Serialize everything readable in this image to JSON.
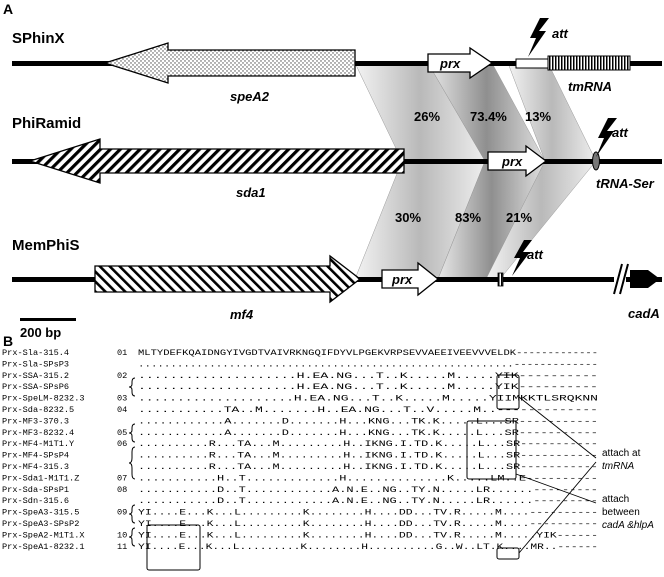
{
  "panel_a": {
    "letter": "A",
    "phages": [
      {
        "name": "SPhinX",
        "genes": {
          "big": "speA2",
          "prx": "prx",
          "trna": "tmRNA"
        },
        "att": "att"
      },
      {
        "name": "PhiRamid",
        "genes": {
          "big": "sda1",
          "prx": "prx",
          "trna": "tRNA-Ser"
        },
        "att": "att"
      },
      {
        "name": "MemPhiS",
        "genes": {
          "big": "mf4",
          "prx": "prx",
          "trna": "cadA"
        },
        "att": "att"
      }
    ],
    "identity_top": [
      "26%",
      "73.4%",
      "13%"
    ],
    "identity_bottom": [
      "30%",
      "83%",
      "21%"
    ],
    "scale_bar": "200 bp"
  },
  "panel_b": {
    "letter": "B",
    "rows": [
      {
        "name": "Prx-Sla-315.4",
        "group": "01",
        "seq": "MLTYDEFKQAIDNGYIVGDTVAIVRKNGQIFDYVLPGEKVRPSEVVAEEIVEEVVVELDK-------------"
      },
      {
        "name": "Prx-Sla-SPsP3",
        "group": "",
        "seq": "..........................................................-------------"
      },
      {
        "name": "Prx-SSA-315.2",
        "group": "02",
        "seq": "....................H.EA.NG...T..K.....M.....YIK----------"
      },
      {
        "name": "Prx-SSA-SPsP6",
        "group": "",
        "seq": "....................H.EA.NG...T..K.....M.....YIK----------"
      },
      {
        "name": "Prx-SpeLM-8232.3",
        "group": "03",
        "seq": "....................H.EA.NG...T..K.....M.....YIIMKKTLSRQKNN"
      },
      {
        "name": "Prx-Sda-8232.5",
        "group": "04",
        "seq": "...........TA..M.......H..EA.NG...T..V.....M..-------------"
      },
      {
        "name": "Prx-MF3-370.3",
        "group": "",
        "seq": "............A.......D.......H...KNG...TK.K.....L...SR-----------"
      },
      {
        "name": "Prx-MF3-8232.4",
        "group": "05",
        "seq": "............A.......D.......H...KNG...TK.K.....L...SR-----------"
      },
      {
        "name": "Prx-MF4-M1T1.Y",
        "group": "06",
        "seq": "..........R...TA...M.........H..IKNG.I.TD.K.....L...SR-----------"
      },
      {
        "name": "Prx-MF4-SPsP4",
        "group": "",
        "seq": "..........R...TA...M.........H..IKNG.I.TD.K.....L...SR-----------"
      },
      {
        "name": "Prx-MF4-315.3",
        "group": "",
        "seq": "..........R...TA...M.........H..IKNG.I.TD.K.....L...SR-----------"
      },
      {
        "name": "Prx-Sda1-M1T1.Z",
        "group": "07",
        "seq": "...........H..T.............H..............K.....LM..E----------"
      },
      {
        "name": "Prx-Sda-SPsP1",
        "group": "08",
        "seq": "...........D..T............A.N.E..NG..TY.N.....LR......---------"
      },
      {
        "name": "Prx-Sdn-315.6",
        "group": "",
        "seq": "...........D..T............A.N.E..NG..TY.N.....LR......---------"
      },
      {
        "name": "Prx-SpeA3-315.5",
        "group": "09",
        "seq": "YI....E...K...L.........K........H....DD...TV.R.....M....----------"
      },
      {
        "name": "Prx-SpeA3-SPsP2",
        "group": "",
        "seq": "YI....E...K...L.........K........H....DD...TV.R.....M....----------"
      },
      {
        "name": "Prx-SpeA2-M1T1.X",
        "group": "10",
        "seq": "YI....E...K...L.........K........H....DD...TV.R.....M.....YIK------"
      },
      {
        "name": "Prx-SpeA1-8232.1",
        "group": "11",
        "seq": "YI....E...K...L.........K........H..........G..W..LT.K....MR..------"
      }
    ],
    "annotations": [
      {
        "line1": "attach at",
        "line2": "tmRNA"
      },
      {
        "line1": "attach",
        "line2": "between",
        "line3": "cadA &hlpA"
      }
    ]
  }
}
